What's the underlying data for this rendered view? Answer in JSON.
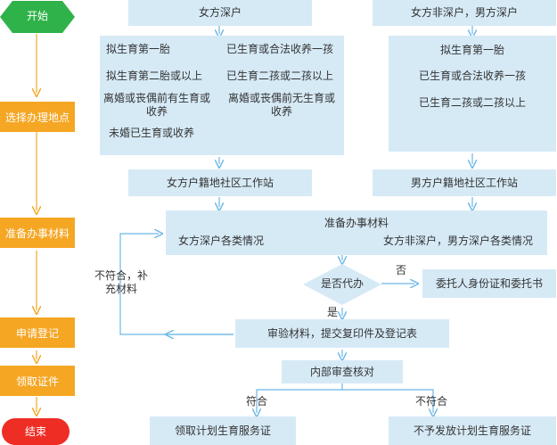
{
  "left_steps": {
    "start": "开始",
    "choose_location": "选择办理地点",
    "prepare_materials": "准备办事材料",
    "apply_register": "申请登记",
    "collect_certificate": "领取证件",
    "end": "结束"
  },
  "female_resident": {
    "title": "女方深户",
    "options": [
      "拟生育第一胎",
      "已生育或合法收养一孩",
      "拟生育第二胎或以上",
      "已生育二孩或二孩以上",
      "离婚或丧偶前有生育或收养",
      "离婚或丧偶前无生育或收养",
      "未婚已生育或收养"
    ],
    "station": "女方户籍地社区工作站"
  },
  "male_resident": {
    "title": "女方非深户，男方深户",
    "options": [
      "拟生育第一胎",
      "已生育或合法收养一孩",
      "已生育二孩或二孩以上"
    ],
    "station": "男方户籍地社区工作站"
  },
  "prepare": {
    "title": "准备办事材料",
    "left": "女方深户各类情况",
    "right": "女方非深户，男方深户各类情况"
  },
  "decision": {
    "question": "是否代办",
    "no_label": "否",
    "yes_label": "是",
    "no_action": "委托人身份证和委托书",
    "reject_label": "不符合，补充材料"
  },
  "review": {
    "submit": "审验材料，提交复印件及登记表",
    "internal": "内部审查核对",
    "pass_label": "符合",
    "fail_label": "不符合",
    "pass_result": "领取计划生育服务证",
    "fail_result": "不予发放计划生育服务证"
  },
  "colors": {
    "start_green": "#2fb24a",
    "step_orange": "#f5a623",
    "end_red": "#ee2d24",
    "box_blue": "#d6eaf6",
    "connector_orange": "#f5a623",
    "connector_blue": "#6cb8e6"
  }
}
